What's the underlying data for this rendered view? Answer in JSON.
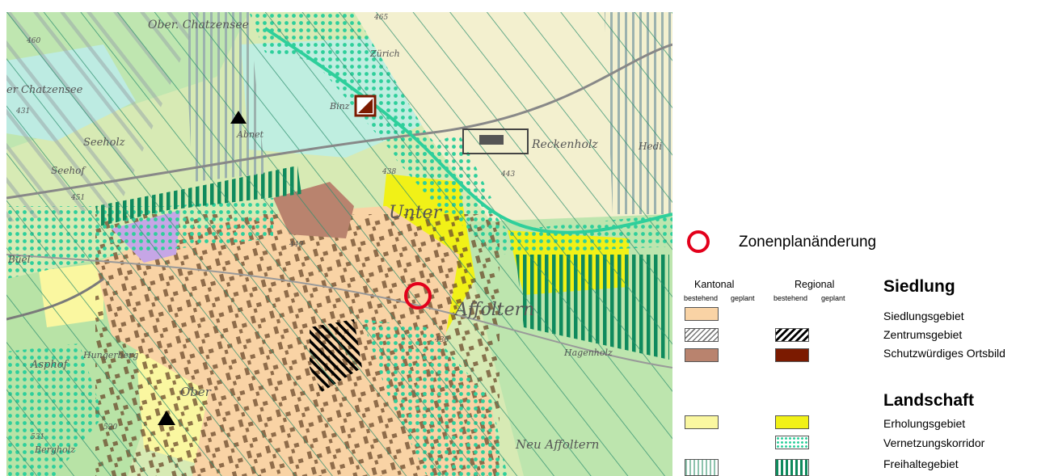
{
  "map": {
    "place_labels": {
      "oberchatzensee": "Ober. Chatzensee",
      "chatzensee": "er Chatzensee",
      "seeholz": "Seeholz",
      "seehof": "Seehof",
      "buel": "Büel",
      "asphof": "Asphof",
      "hungerberg": "Hungerberg",
      "unter": "Unter",
      "affoltern": "Affoltern",
      "reckenholz": "Reckenholz",
      "neu_affoltern": "Neu Affoltern",
      "bergholz": "Bergholz",
      "obere": "Ober",
      "rued": "Hedi",
      "abnet": "Abnet",
      "binzhof": "Binz",
      "zuerich": "Zürich",
      "hagenholz": "Hagenholz"
    },
    "elevations": {
      "e460": "460",
      "e465": "465",
      "e431": "431",
      "e451": "451",
      "e438": "438",
      "e449": "449",
      "e436": "436",
      "e443": "443",
      "e531": "531",
      "e520": "520"
    },
    "symbols": [
      "triangle-marker",
      "triangle-marker",
      "zone-plan-square-marker"
    ]
  },
  "legend": {
    "zone_change_label": "Zonenplanänderung",
    "kantonal": "Kantonal",
    "regional": "Regional",
    "bestehend": "bestehend",
    "geplant": "geplant",
    "siedlung": {
      "title": "Siedlung",
      "items": [
        "Siedlungsgebiet",
        "Zentrumsgebiet",
        "Schutzwürdiges Ortsbild"
      ]
    },
    "landschaft": {
      "title": "Landschaft",
      "items": [
        "Erholungsgebiet",
        "Vernetzungskorridor",
        "Freihaltegebiet"
      ]
    },
    "colors": {
      "zone_ring": "#e3001b",
      "siedlung": "#f9d3a5",
      "ortsbild_kantonal": "#b9836e",
      "ortsbild_regional": "#7b1a00",
      "erholung_kantonal": "#faf7a0",
      "erholung_regional": "#f1f117",
      "vernetzung": "#2ecf9b",
      "freihalte": "#0f8a5d"
    }
  }
}
